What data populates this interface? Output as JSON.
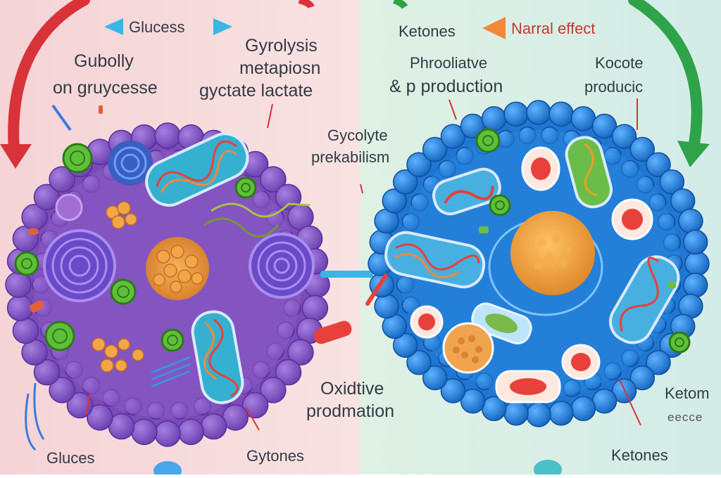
{
  "labels": {
    "glucose_top": "Glucess",
    "left_header_line1": "Gubolly",
    "left_header_line2": "on gruycesse",
    "center_top_line1": "Gyrolysis",
    "center_top_line2": "metapiosn",
    "center_top_line3": "gyctate lactate",
    "ketones_top": "Ketones",
    "normal_effect": "Narral effect",
    "right_mid_line1": "Phrooliatve",
    "right_mid_line2": "& p production",
    "right_far_line1": "Kocote",
    "right_far_line2": "producic",
    "center_mid_line1": "Gycolyte",
    "center_mid_line2": "prekabilism",
    "oxidative_line1": "Oxidtive",
    "oxidative_line2": "prodmation",
    "left_bottom": "Gluces",
    "center_bottom": "Gytones",
    "right_bottom_ketones": "Ketones",
    "right_side_line1": "Ketom",
    "right_side_line2": "eecce"
  },
  "colors": {
    "left_bg": "#f7d9db",
    "right_bg": "#d9efe6",
    "left_cell": "#7b4bb8",
    "left_cell_border": "#8e5fd0",
    "right_cell": "#1f77d2",
    "right_cell_border": "#3a8fe6",
    "red_arrow": "#d9333a",
    "green_arrow": "#2ea34a",
    "cyan_arrow": "#39b6e6",
    "orange_arrow": "#f08a3a"
  }
}
